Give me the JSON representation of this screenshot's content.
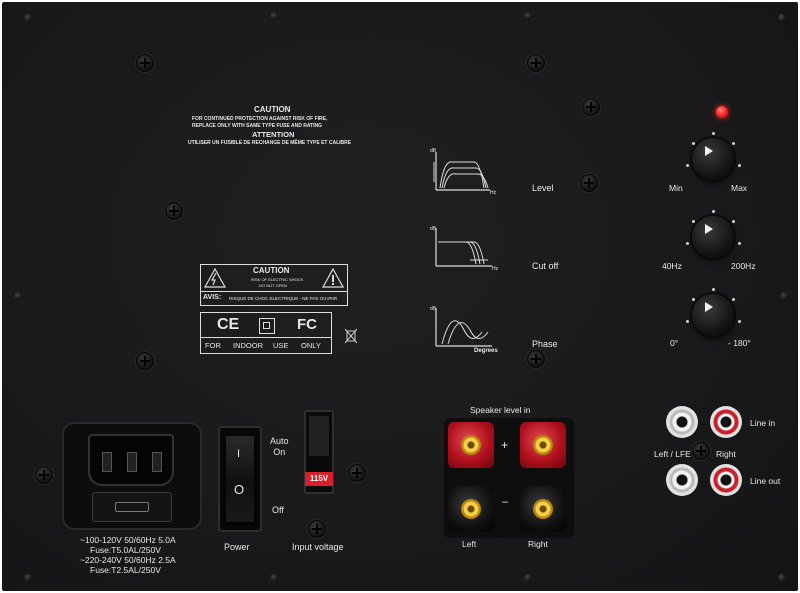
{
  "caution_top": {
    "title": "CAUTION",
    "line1": "FOR CONTINUED PROTECTION AGAINST RISK OF FIRE,",
    "line2": "REPLACE ONLY WITH SAME TYPE FUSE AND RATING",
    "attention_title": "ATTENTION",
    "attention_line": "UTILISER UN FUSIBLE DE RECHANGE DE MÊME TYPE ET CALIBRE"
  },
  "warning_box": {
    "title": "CAUTION",
    "shock_line1": "RISK OF ELECTRIC SHOCK",
    "shock_line2": "DO NOT OPEN",
    "avis": "AVIS:",
    "avis_text": "RISQUE DE CHOC ELECTRIQUE - NE PAS OUVRIR"
  },
  "cert_box": {
    "ce": "CE",
    "fc": "FC",
    "words": [
      "FOR",
      "INDOOR",
      "USE",
      "ONLY"
    ]
  },
  "graphs": [
    {
      "y": "dB",
      "x": "Hz"
    },
    {
      "y": "dB",
      "x": "Hz"
    },
    {
      "y": "dB",
      "x": "Degrees"
    }
  ],
  "controls": {
    "level": {
      "label": "Level",
      "min": "Min",
      "max": "Max"
    },
    "cutoff": {
      "label": "Cut off",
      "min": "40Hz",
      "max": "200Hz"
    },
    "phase": {
      "label": "Phase",
      "min": "0°",
      "max": "- 180°"
    }
  },
  "power": {
    "specs": [
      "~100-120V 50/60Hz 5.0A",
      "Fuse:T5.0AL/250V",
      "~220-240V 50/60Hz 2.5A",
      "Fuse:T2.5AL/250V"
    ],
    "switch_on_symbol": "I",
    "switch_off_symbol": "O",
    "auto_on": "Auto\nOn",
    "off": "Off",
    "power_label": "Power",
    "voltage_value": "115V",
    "voltage_label": "Input voltage"
  },
  "speaker": {
    "title": "Speaker level in",
    "plus": "+",
    "minus": "–",
    "left": "Left",
    "right": "Right"
  },
  "line": {
    "line_in": "Line in",
    "line_out": "Line out",
    "left_lfe": "Left / LFE",
    "right": "Right"
  },
  "colors": {
    "panel": "#1a1a1b",
    "led": "#ff2a2a",
    "red_post": "#c0121e",
    "voltage_red": "#d7202a"
  }
}
